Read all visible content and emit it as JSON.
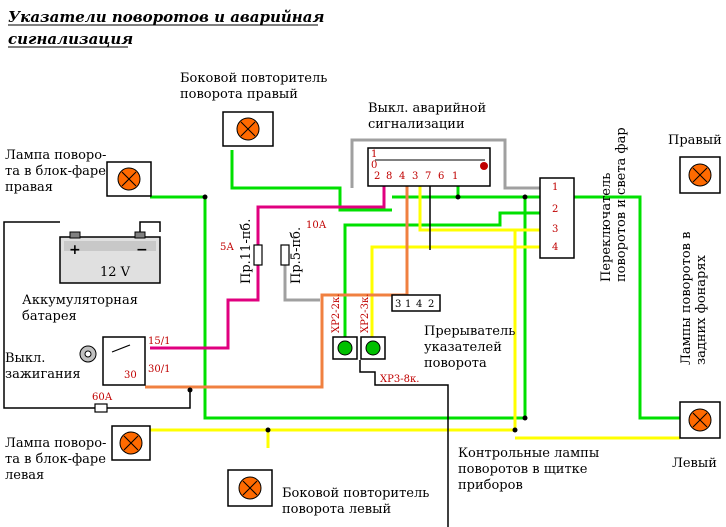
{
  "title_line1": "Указатели поворотов и аварийная",
  "title_line2": "сигнализация",
  "labels": {
    "side_right_1": "Боковой повторитель",
    "side_right_2": "поворота правый",
    "hazard_1": "Выкл. аварийной",
    "hazard_2": "сигнализации",
    "lamp_fr_1": "Лампа поворо-",
    "lamp_fr_2": "та в блок-фаре",
    "lamp_fr_3": "правая",
    "right": "Правый",
    "left": "Левый",
    "battery_1": "Аккумуляторная",
    "battery_2": "батарея",
    "battery_v": "12 V",
    "ign_1": "Выкл.",
    "ign_2": "зажигания",
    "lamp_fl_1": "Лампа поворо-",
    "lamp_fl_2": "та в блок-фаре",
    "lamp_fl_3": "левая",
    "side_left_1": "Боковой повторитель",
    "side_left_2": "поворота левый",
    "interrupter_1": "Прерыватель",
    "interrupter_2": "указателей",
    "interrupter_3": "поворота",
    "control_1": "Контрольные лампы",
    "control_2": "поворотов в щитке",
    "control_3": "приборов",
    "switch_vert_1": "Переключатель",
    "switch_vert_2": "поворотов и света фар",
    "rear_vert_1": "Лампы поворотов в",
    "rear_vert_2": "задних фонарях",
    "fuse_11": "Пр.11-пб.",
    "fuse_5": "Пр.5-пб.",
    "a5": "5А",
    "a10": "10А",
    "a60": "60А",
    "xp2_2": "ХР2-2к.",
    "xp2_3": "ХР2-3к.",
    "xp3_8": "ХР3-8к.",
    "t15": "15/1",
    "t30": "30",
    "t301": "30/1",
    "hz_1": "1",
    "hz_0": "0",
    "hz_pins": [
      "2",
      "8",
      "4",
      "3",
      "7",
      "6",
      "1"
    ],
    "int_pins": [
      "3",
      "1",
      "4",
      "2"
    ],
    "sw_pins": [
      "1",
      "2",
      "3",
      "4"
    ]
  },
  "colors": {
    "green": "#00e000",
    "pink": "#e0007f",
    "yellow": "#ffff00",
    "orange": "#f08040",
    "grey": "#a0a0a0",
    "black": "#000000",
    "lamp": "#ff6a00",
    "indicator": "#00c000"
  }
}
